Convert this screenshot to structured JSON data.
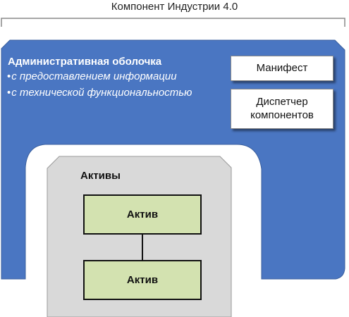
{
  "title": "Компонент Индустрии 4.0",
  "admin_shell": {
    "title": "Административная оболочка",
    "bullets": [
      "с предоставлением информации",
      "с технической функциональностью"
    ],
    "bullet_symbol": "•",
    "boxes": {
      "manifest": "Манифест",
      "dispatcher_line1": "Диспетчер",
      "dispatcher_line2": "компонентов"
    }
  },
  "assets": {
    "title": "Активы",
    "items": [
      "Актив",
      "Актив"
    ]
  },
  "colors": {
    "shell_fill": "#4a76c2",
    "shell_stroke": "#3a5f9e",
    "assets_fill": "#d9d9d9",
    "asset_fill": "#d3e2b0",
    "bracket": "#888888"
  }
}
